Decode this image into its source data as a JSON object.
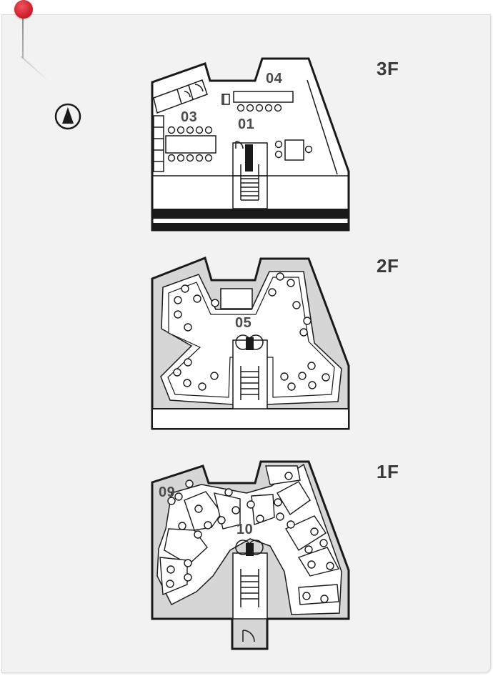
{
  "floors": [
    {
      "level": "3F",
      "rooms": [
        "04",
        "03",
        "01"
      ]
    },
    {
      "level": "2F",
      "rooms": [
        "05"
      ]
    },
    {
      "level": "1F",
      "rooms": [
        "09",
        "10"
      ]
    }
  ],
  "colors": {
    "wall": "#1a1a1a",
    "floor_fill": "#ffffff",
    "shaded_area": "#d6d6d6",
    "label_text": "#4a4a4a",
    "pin": "#d3202b"
  },
  "icons": {
    "compass": "north-arrow-icon",
    "pin": "push-pin-icon"
  }
}
